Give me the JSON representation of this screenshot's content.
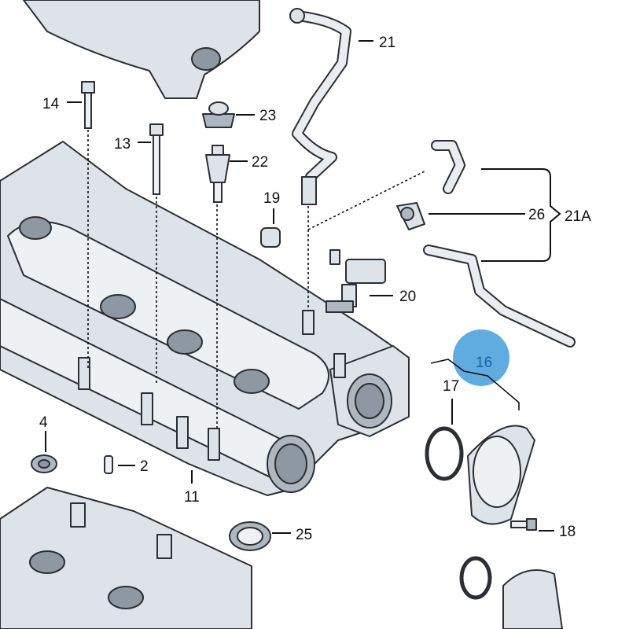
{
  "callouts": {
    "c2": "2",
    "c4": "4",
    "c11": "11",
    "c13": "13",
    "c14": "14",
    "c16": "16",
    "c17": "17",
    "c18": "18",
    "c19": "19",
    "c20": "20",
    "c21": "21",
    "c21a": "21A",
    "c22": "22",
    "c23": "23",
    "c25": "25",
    "c26": "26"
  },
  "colors": {
    "part_fill": "#dde3e9",
    "outline": "#2b2f33",
    "highlight": "#2b8fd6"
  }
}
